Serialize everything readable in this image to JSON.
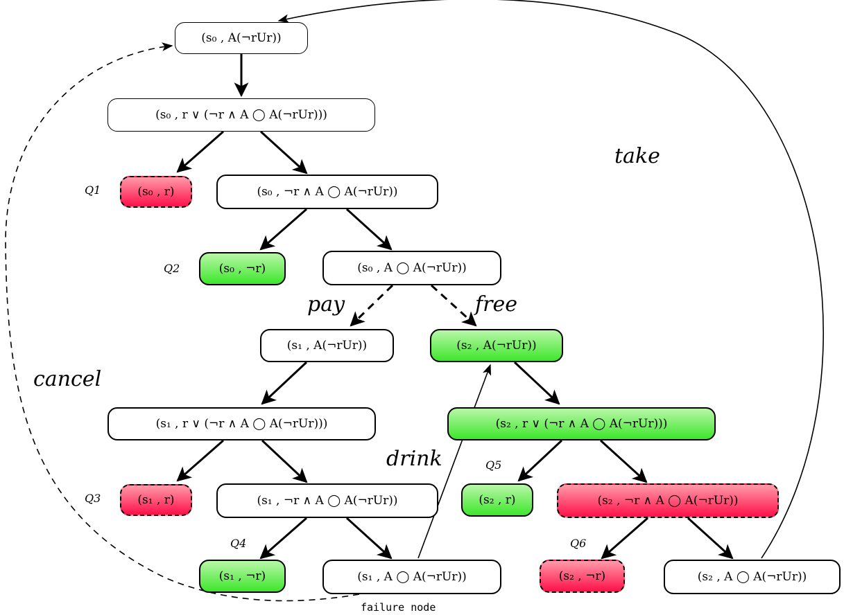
{
  "nodes": {
    "root": "(s₀ , A(¬rUr))",
    "n1": "(s₀ , r ∨ (¬r ∧ A ◯ A(¬rUr)))",
    "q1_node": "(s₀ , r)",
    "n2": "(s₀ , ¬r ∧ A ◯ A(¬rUr))",
    "q2_node": "(s₀ , ¬r)",
    "n3": "(s₀ , A ◯ A(¬rUr))",
    "n4": "(s₁ , A(¬rUr))",
    "n5": "(s₂ , A(¬rUr))",
    "n6": "(s₁ , r ∨ (¬r ∧ A ◯ A(¬rUr)))",
    "n7": "(s₂ , r ∨ (¬r ∧ A ◯ A(¬rUr)))",
    "q3_node": "(s₁ , r)",
    "n8": "(s₁ , ¬r ∧ A ◯ A(¬rUr))",
    "q5_node": "(s₂ , r)",
    "n9": "(s₂ , ¬r ∧ A ◯ A(¬rUr))",
    "q4_node": "(s₁ , ¬r)",
    "n10": "(s₁ , A ◯ A(¬rUr))",
    "q6_node": "(s₂ , ¬r)",
    "n11": "(s₂ , A ◯ A(¬rUr))"
  },
  "query_labels": {
    "q1": "Q1",
    "q2": "Q2",
    "q3": "Q3",
    "q4": "Q4",
    "q5": "Q5",
    "q6": "Q6"
  },
  "edge_labels": {
    "pay": "pay",
    "free": "free",
    "cancel": "cancel",
    "drink": "drink",
    "take": "take"
  },
  "caption": "failure node",
  "colors": {
    "success_fill": "#3ee62c",
    "failure_fill": "#ff0f48",
    "stroke": "#000000"
  }
}
